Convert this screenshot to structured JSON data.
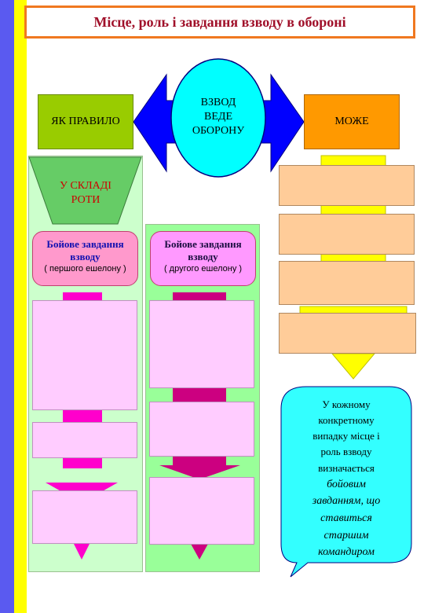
{
  "title": "Місце, роль і завдання взводу в обороні",
  "center": {
    "line1": "ВЗВОД",
    "line2": "ВЕДЕ",
    "line3": "ОБОРОНУ"
  },
  "left_label": "ЯК ПРАВИЛО",
  "right_label": "МОЖЕ",
  "funnel": {
    "line1": "У СКЛАДІ",
    "line2": "РОТИ"
  },
  "task1": {
    "title_line1": "Бойове завдання",
    "title_line2": "взводу",
    "subtitle": "( першого ешелону )"
  },
  "task2": {
    "title_line1": "Бойове завдання",
    "title_line2": "взводу",
    "subtitle": "( другого ешелону )"
  },
  "callout": {
    "line1": "У кожному",
    "line2": "конкретному",
    "line3": "випадку місце і",
    "line4": "роль взводу",
    "line5": "визначається",
    "line6": "бойовим",
    "line7": "завданням, що",
    "line8": "ставиться",
    "line9": "старшим",
    "line10": "командиром"
  },
  "colors": {
    "stripe_blue": "#5a5af0",
    "stripe_yellow": "#ffff00",
    "title_border": "#f07820",
    "title_text": "#a0102a",
    "arrow_blue": "#0000ff",
    "ellipse_cyan": "#00ffff",
    "left_label_green": "#99cc00",
    "right_label_orange": "#ff9900",
    "funnel_green": "#66cc66",
    "funnel_text_red": "#cc0000",
    "pink_box": "#ffccff",
    "peach_box": "#ffcc99",
    "magenta": "#ff00cc",
    "dark_magenta": "#cc0080",
    "yellow": "#ffff00",
    "callout_cyan": "#33ffff"
  }
}
